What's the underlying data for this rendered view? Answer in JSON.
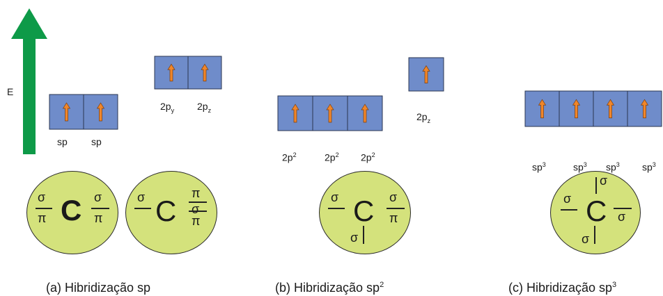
{
  "energy_label": "E",
  "colors": {
    "arrow": "#0e9a48",
    "box_fill": "#6f8cca",
    "box_stroke": "#2b3650",
    "electron_arrow": "#f0862a",
    "circle_fill": "#d4e27c"
  },
  "panels": {
    "a": {
      "caption": "(a) Hibridização sp",
      "hybrid_labels": [
        "sp",
        "sp"
      ],
      "p_labels": [
        {
          "base": "2p",
          "sub": "y"
        },
        {
          "base": "2p",
          "sub": "z"
        }
      ],
      "carbon": "C",
      "sigma": "σ",
      "pi": "π"
    },
    "b": {
      "caption_base": "(b) Hibridização sp",
      "caption_sup": "2",
      "hybrid_labels": [
        {
          "base": "2p",
          "sup": "2"
        },
        {
          "base": "2p",
          "sup": "2"
        },
        {
          "base": "2p",
          "sup": "2"
        }
      ],
      "p_label": {
        "base": "2p",
        "sub": "z"
      },
      "carbon": "C",
      "sigma": "σ",
      "pi": "π"
    },
    "c": {
      "caption_base": "(c) Hibridização sp",
      "caption_sup": "3",
      "hybrid_labels": [
        {
          "base": "sp",
          "sup": "3"
        },
        {
          "base": "sp",
          "sup": "3"
        },
        {
          "base": "sp",
          "sup": "3"
        },
        {
          "base": "sp",
          "sup": "3"
        }
      ],
      "carbon": "C",
      "sigma": "σ"
    }
  }
}
